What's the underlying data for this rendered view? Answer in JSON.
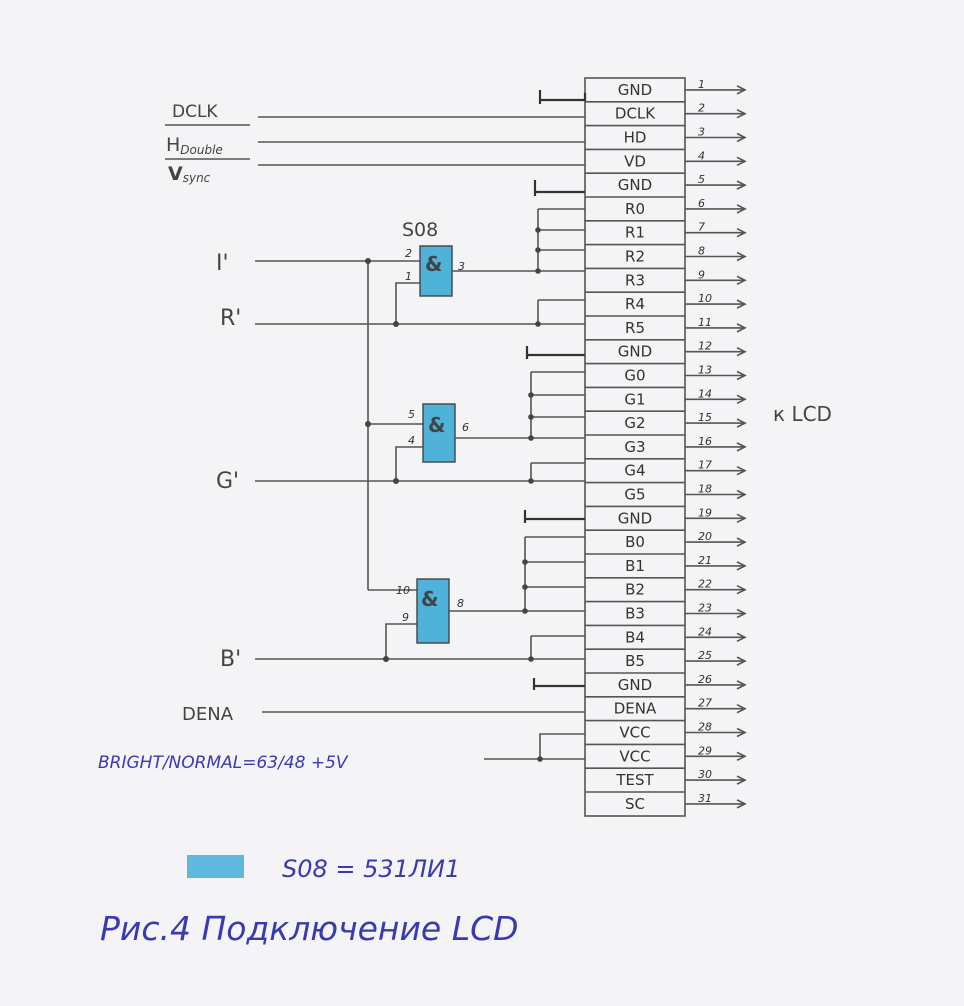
{
  "colors": {
    "pencil": "#555555",
    "gate_fill": "#4fb3d9",
    "ink": "#3a3ab0",
    "paper": "#f4f3f6"
  },
  "connector": {
    "target_label": "к LCD",
    "pins": [
      {
        "num": "1",
        "name": "GND"
      },
      {
        "num": "2",
        "name": "DCLK"
      },
      {
        "num": "3",
        "name": "HD"
      },
      {
        "num": "4",
        "name": "VD"
      },
      {
        "num": "5",
        "name": "GND"
      },
      {
        "num": "6",
        "name": "R0"
      },
      {
        "num": "7",
        "name": "R1"
      },
      {
        "num": "8",
        "name": "R2"
      },
      {
        "num": "9",
        "name": "R3"
      },
      {
        "num": "10",
        "name": "R4"
      },
      {
        "num": "11",
        "name": "R5"
      },
      {
        "num": "12",
        "name": "GND"
      },
      {
        "num": "13",
        "name": "G0"
      },
      {
        "num": "14",
        "name": "G1"
      },
      {
        "num": "15",
        "name": "G2"
      },
      {
        "num": "16",
        "name": "G3"
      },
      {
        "num": "17",
        "name": "G4"
      },
      {
        "num": "18",
        "name": "G5"
      },
      {
        "num": "19",
        "name": "GND"
      },
      {
        "num": "20",
        "name": "B0"
      },
      {
        "num": "21",
        "name": "B1"
      },
      {
        "num": "22",
        "name": "B2"
      },
      {
        "num": "23",
        "name": "B3"
      },
      {
        "num": "24",
        "name": "B4"
      },
      {
        "num": "25",
        "name": "B5"
      },
      {
        "num": "26",
        "name": "GND"
      },
      {
        "num": "27",
        "name": "DENA"
      },
      {
        "num": "28",
        "name": "VCC"
      },
      {
        "num": "29",
        "name": "VCC"
      },
      {
        "num": "30",
        "name": "TEST"
      },
      {
        "num": "31",
        "name": "SC"
      }
    ]
  },
  "signals": {
    "dclk": "DCLK",
    "hdouble_main": "H",
    "hdouble_sub": "Double",
    "vsync_main": "V",
    "vsync_sub": "sync",
    "i": "I'",
    "r": "R'",
    "g": "G'",
    "b": "B'",
    "dena": "DENA",
    "bright": "BRIGHT/NORMAL=63/48 +5V"
  },
  "gates": [
    {
      "symbol": "&",
      "in_a": "2",
      "in_b": "1",
      "out": "3"
    },
    {
      "symbol": "&",
      "in_a": "5",
      "in_b": "4",
      "out": "6"
    },
    {
      "symbol": "&",
      "in_a": "10",
      "in_b": "9",
      "out": "8"
    }
  ],
  "chip_label": "S08",
  "legend": {
    "text": "S08 = 531ЛИ1"
  },
  "caption": "Рис.4  Подключение LCD"
}
